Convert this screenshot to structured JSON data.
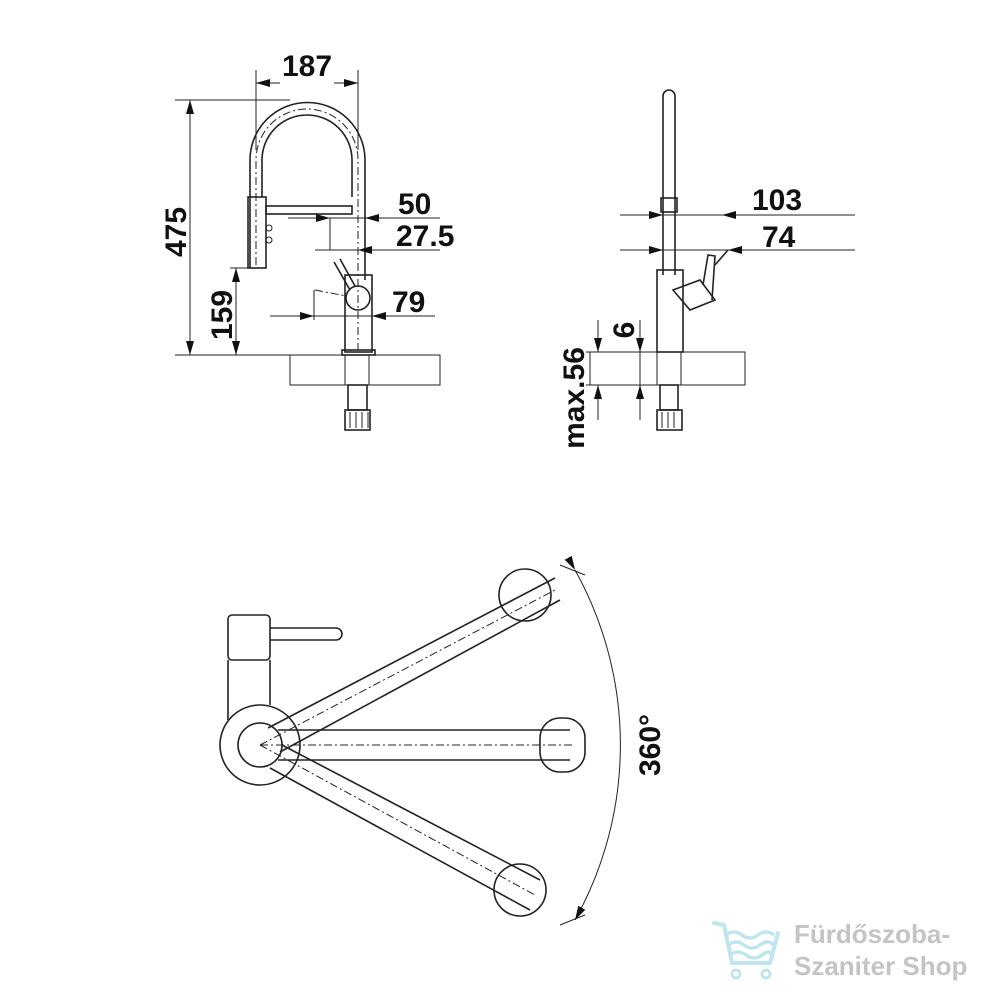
{
  "front_view": {
    "width_label": "187",
    "height_label": "475",
    "spray_height_label": "159",
    "spout_reach_label": "50",
    "body_offset_label": "27.5",
    "lever_reach_label": "79"
  },
  "side_view": {
    "depth_label": "103",
    "lever_depth_label": "74",
    "thickness_label": "6",
    "max_counter_label": "max.56"
  },
  "top_view": {
    "rotation_label": "360°"
  },
  "watermark": {
    "line1": "Fürdőszoba-",
    "line2": "Szaniter Shop",
    "icon_color": "#bfe6ee",
    "text_color": "#c4c4c4"
  }
}
